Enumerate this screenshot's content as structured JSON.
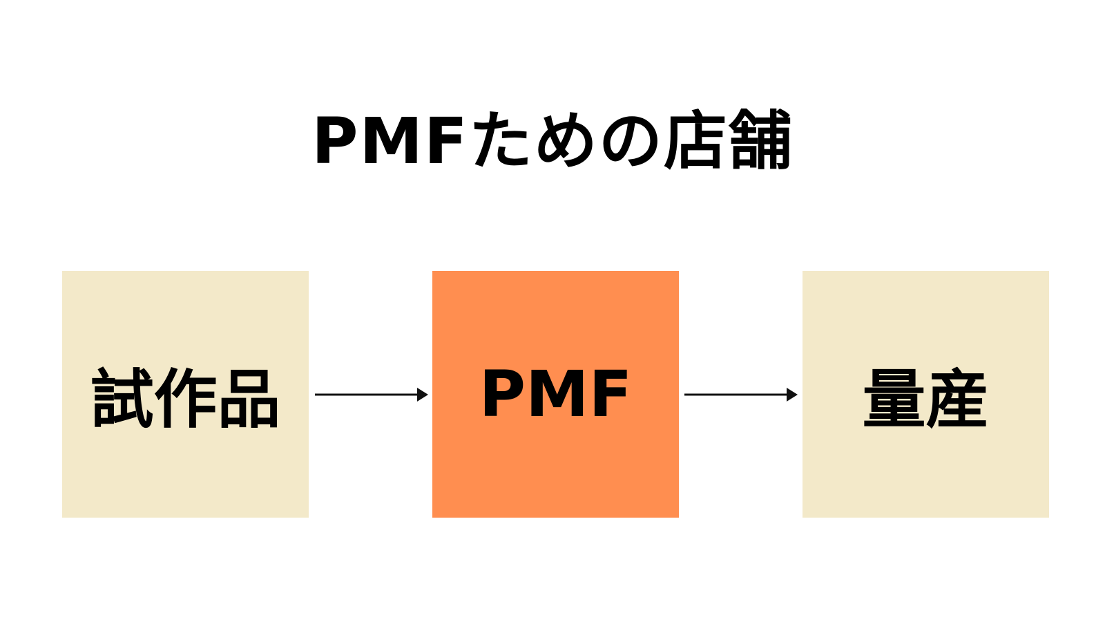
{
  "title": "PMFための店舗",
  "steps": [
    {
      "label": "試作品",
      "color": "#f3e9c9"
    },
    {
      "label": "PMF",
      "color": "#ff8e50"
    },
    {
      "label": "量産",
      "color": "#f3e9c9"
    }
  ],
  "arrow_color": "#111111"
}
